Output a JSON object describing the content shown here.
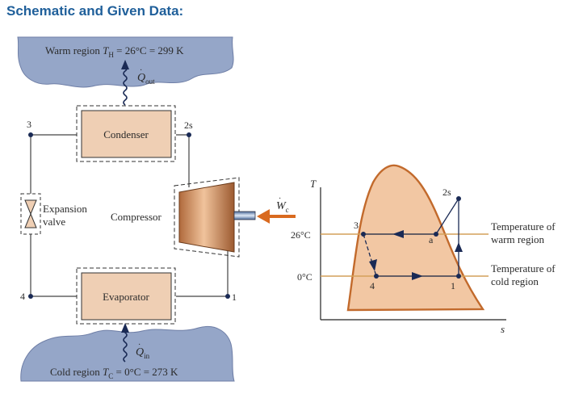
{
  "title": "Schematic and Given Data:",
  "regions": {
    "warm_prefix": "Warm region ",
    "warm_T": "T",
    "warm_sub": "H",
    "warm_rest": " = 26°C = 299 K",
    "cold_prefix": "Cold region ",
    "cold_T": "T",
    "cold_sub": "C",
    "cold_rest": " = 0°C = 273 K"
  },
  "heat": {
    "q_out_symbol": "Q",
    "q_out_sub": "out",
    "q_in_symbol": "Q",
    "q_in_sub": "in"
  },
  "work": {
    "symbol": "W",
    "sub": "c"
  },
  "components": {
    "condenser": "Condenser",
    "evaporator": "Evaporator",
    "compressor": "Compressor",
    "expansion_line1": "Expansion",
    "expansion_line2": "valve"
  },
  "states": {
    "s1": "1",
    "s2s": "2s",
    "s3": "3",
    "s4": "4",
    "sa": "a"
  },
  "ts_diagram": {
    "y_axis": "T",
    "x_axis": "s",
    "tick_high": "26°C",
    "tick_low": "0°C",
    "warm_line1": "Temperature of",
    "warm_line2": "warm region",
    "cold_line1": "Temperature of",
    "cold_line2": "cold region"
  },
  "colors": {
    "title": "#1f5f9a",
    "cloud": "#95a6c8",
    "component_fill": "#efcfb4",
    "dome_fill": "#f2c7a3",
    "dome_stroke": "#c26a2c",
    "region_line": "#d4a15a",
    "arrow_work": "#d96a1f",
    "cycle_line": "#1a2a55"
  }
}
